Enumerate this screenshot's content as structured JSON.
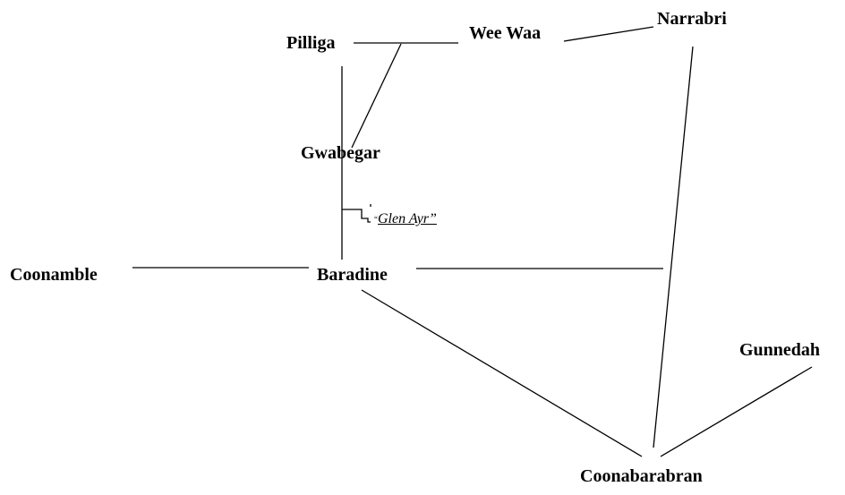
{
  "map": {
    "line_color": "#000000",
    "towns": {
      "pilliga": "Pilliga",
      "wee_waa": "Wee Waa",
      "narrabri": "Narrabri",
      "gwabegar": "Gwabegar",
      "coonamble": "Coonamble",
      "baradine": "Baradine",
      "gunnedah": "Gunnedah",
      "coonabarabran": "Coonabarabran"
    },
    "property": {
      "open_quote": "“",
      "name": "Glen Ayr”"
    }
  }
}
